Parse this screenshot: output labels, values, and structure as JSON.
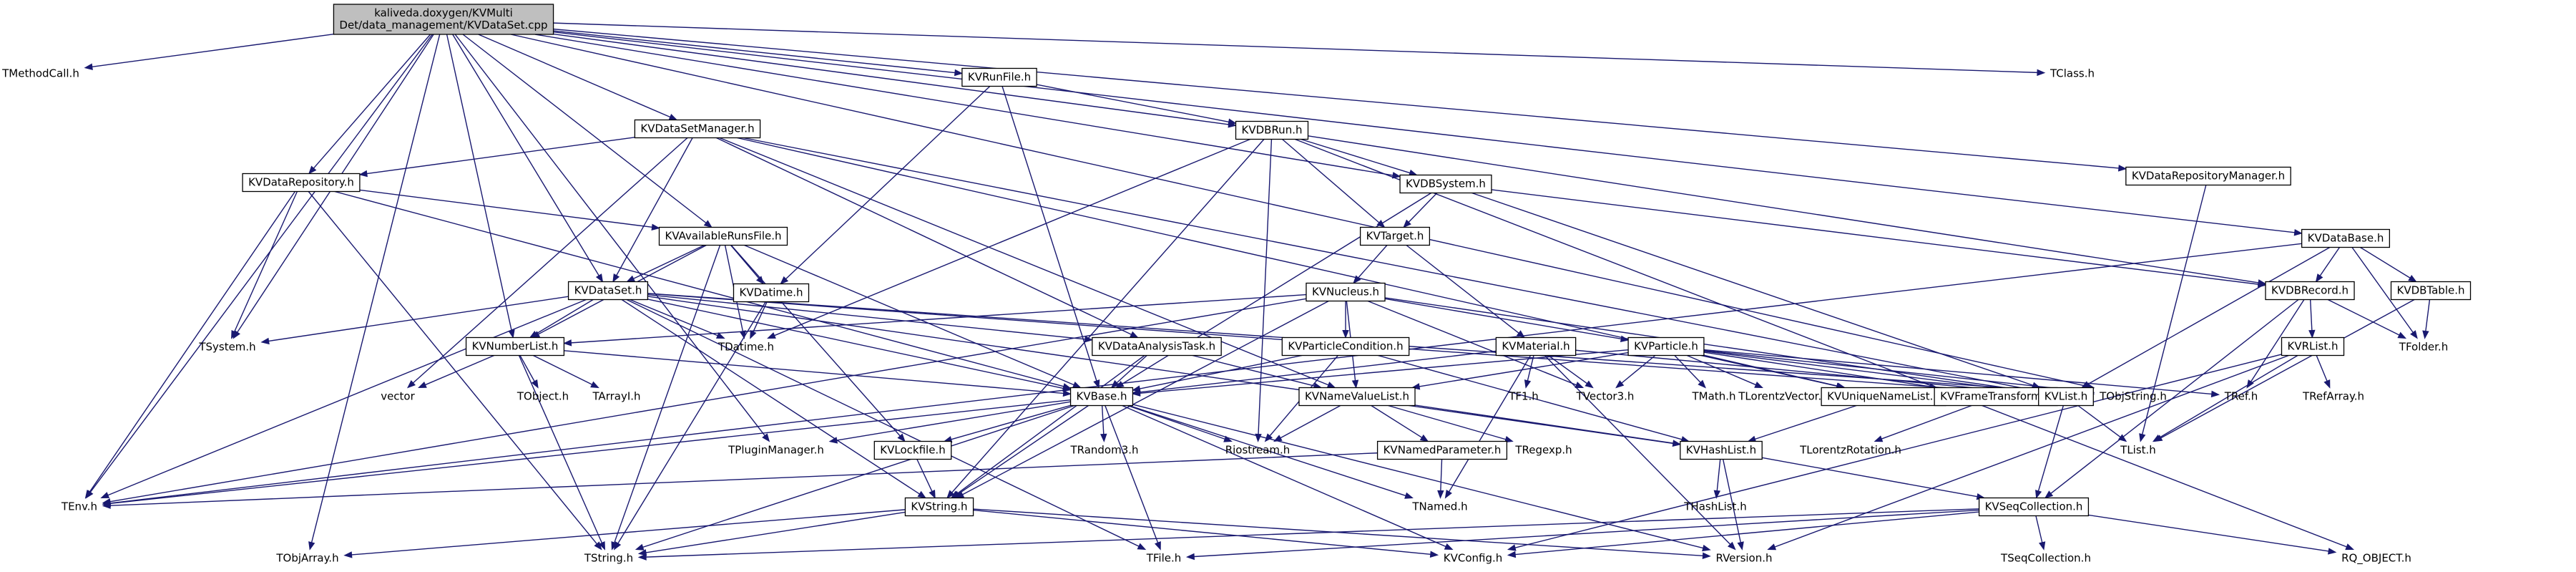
{
  "graph": {
    "nodes": [
      {
        "id": "root",
        "label": [
          "kaliveda.doxygen/KVMulti",
          "Det/data_management/KVDataSet.cpp"
        ],
        "boxed": true,
        "root": true
      },
      {
        "id": "TMethodCall",
        "label": [
          "TMethodCall.h"
        ],
        "boxed": false
      },
      {
        "id": "TClass",
        "label": [
          "TClass.h"
        ],
        "boxed": false
      },
      {
        "id": "KVRunFile",
        "label": [
          "KVRunFile.h"
        ],
        "boxed": true
      },
      {
        "id": "KVDataRepositoryManager",
        "label": [
          "KVDataRepositoryManager.h"
        ],
        "boxed": true
      },
      {
        "id": "KVDataSetManager",
        "label": [
          "KVDataSetManager.h"
        ],
        "boxed": true
      },
      {
        "id": "KVDBRun",
        "label": [
          "KVDBRun.h"
        ],
        "boxed": true
      },
      {
        "id": "KVDataRepository",
        "label": [
          "KVDataRepository.h"
        ],
        "boxed": true
      },
      {
        "id": "KVDBSystem",
        "label": [
          "KVDBSystem.h"
        ],
        "boxed": true
      },
      {
        "id": "KVDataBase",
        "label": [
          "KVDataBase.h"
        ],
        "boxed": true
      },
      {
        "id": "KVTarget",
        "label": [
          "KVTarget.h"
        ],
        "boxed": true
      },
      {
        "id": "KVAvailableRunsFile",
        "label": [
          "KVAvailableRunsFile.h"
        ],
        "boxed": true
      },
      {
        "id": "KVDBRecord",
        "label": [
          "KVDBRecord.h"
        ],
        "boxed": true
      },
      {
        "id": "KVDBTable",
        "label": [
          "KVDBTable.h"
        ],
        "boxed": true
      },
      {
        "id": "KVNucleus",
        "label": [
          "KVNucleus.h"
        ],
        "boxed": true
      },
      {
        "id": "KVDataSet",
        "label": [
          "KVDataSet.h"
        ],
        "boxed": true
      },
      {
        "id": "KVDatime",
        "label": [
          "KVDatime.h"
        ],
        "boxed": true
      },
      {
        "id": "TSystem",
        "label": [
          "TSystem.h"
        ],
        "boxed": false
      },
      {
        "id": "TDatime",
        "label": [
          "TDatime.h"
        ],
        "boxed": false
      },
      {
        "id": "TFolder",
        "label": [
          "TFolder.h"
        ],
        "boxed": false
      },
      {
        "id": "KVRList",
        "label": [
          "KVRList.h"
        ],
        "boxed": true
      },
      {
        "id": "KVNumberList",
        "label": [
          "KVNumberList.h"
        ],
        "boxed": true
      },
      {
        "id": "KVDataAnalysisTask",
        "label": [
          "KVDataAnalysisTask.h"
        ],
        "boxed": true
      },
      {
        "id": "KVParticleCondition",
        "label": [
          "KVParticleCondition.h"
        ],
        "boxed": true
      },
      {
        "id": "KVMaterial",
        "label": [
          "KVMaterial.h"
        ],
        "boxed": true
      },
      {
        "id": "KVParticle",
        "label": [
          "KVParticle.h"
        ],
        "boxed": true
      },
      {
        "id": "TObjString",
        "label": [
          "TObjString.h"
        ],
        "boxed": false
      },
      {
        "id": "TRef",
        "label": [
          "TRef.h"
        ],
        "boxed": false
      },
      {
        "id": "TRefArray",
        "label": [
          "TRefArray.h"
        ],
        "boxed": false
      },
      {
        "id": "vector",
        "label": [
          "vector"
        ],
        "boxed": false
      },
      {
        "id": "TObject",
        "label": [
          "TObject.h"
        ],
        "boxed": false
      },
      {
        "id": "TArrayI",
        "label": [
          "TArrayI.h"
        ],
        "boxed": false
      },
      {
        "id": "KVBase",
        "label": [
          "KVBase.h"
        ],
        "boxed": true
      },
      {
        "id": "KVNameValueList",
        "label": [
          "KVNameValueList.h"
        ],
        "boxed": true
      },
      {
        "id": "TF1",
        "label": [
          "TF1.h"
        ],
        "boxed": false
      },
      {
        "id": "TVector3",
        "label": [
          "TVector3.h"
        ],
        "boxed": false
      },
      {
        "id": "TMath",
        "label": [
          "TMath.h"
        ],
        "boxed": false
      },
      {
        "id": "TLorentzVector",
        "label": [
          "TLorentzVector.h"
        ],
        "boxed": false
      },
      {
        "id": "KVUniqueNameList",
        "label": [
          "KVUniqueNameList.h"
        ],
        "boxed": true
      },
      {
        "id": "KVFrameTransform",
        "label": [
          "KVFrameTransform.h"
        ],
        "boxed": true
      },
      {
        "id": "KVList",
        "label": [
          "KVList.h"
        ],
        "boxed": true
      },
      {
        "id": "TPluginManager",
        "label": [
          "TPluginManager.h"
        ],
        "boxed": false
      },
      {
        "id": "KVLockfile",
        "label": [
          "KVLockfile.h"
        ],
        "boxed": true
      },
      {
        "id": "TRandom3",
        "label": [
          "TRandom3.h"
        ],
        "boxed": false
      },
      {
        "id": "Riostream",
        "label": [
          "Riostream.h"
        ],
        "boxed": false
      },
      {
        "id": "KVNamedParameter",
        "label": [
          "KVNamedParameter.h"
        ],
        "boxed": true
      },
      {
        "id": "TRegexp",
        "label": [
          "TRegexp.h"
        ],
        "boxed": false
      },
      {
        "id": "KVHashList",
        "label": [
          "KVHashList.h"
        ],
        "boxed": true
      },
      {
        "id": "TLorentzRotation",
        "label": [
          "TLorentzRotation.h"
        ],
        "boxed": false
      },
      {
        "id": "TList",
        "label": [
          "TList.h"
        ],
        "boxed": false
      },
      {
        "id": "TEnv",
        "label": [
          "TEnv.h"
        ],
        "boxed": false
      },
      {
        "id": "KVString",
        "label": [
          "KVString.h"
        ],
        "boxed": true
      },
      {
        "id": "TNamed",
        "label": [
          "TNamed.h"
        ],
        "boxed": false
      },
      {
        "id": "THashList",
        "label": [
          "THashList.h"
        ],
        "boxed": false
      },
      {
        "id": "KVSeqCollection",
        "label": [
          "KVSeqCollection.h"
        ],
        "boxed": true
      },
      {
        "id": "TObjArray",
        "label": [
          "TObjArray.h"
        ],
        "boxed": false
      },
      {
        "id": "TString",
        "label": [
          "TString.h"
        ],
        "boxed": false
      },
      {
        "id": "TFile",
        "label": [
          "TFile.h"
        ],
        "boxed": false
      },
      {
        "id": "KVConfig",
        "label": [
          "KVConfig.h"
        ],
        "boxed": false
      },
      {
        "id": "RVersion",
        "label": [
          "RVersion.h"
        ],
        "boxed": false
      },
      {
        "id": "TSeqCollection",
        "label": [
          "TSeqCollection.h"
        ],
        "boxed": false
      },
      {
        "id": "RQ_OBJECT",
        "label": [
          "RQ_OBJECT.h"
        ],
        "boxed": false
      }
    ],
    "edges": [
      [
        "root",
        "TMethodCall"
      ],
      [
        "root",
        "TClass"
      ],
      [
        "root",
        "KVRunFile"
      ],
      [
        "root",
        "KVDataRepositoryManager"
      ],
      [
        "root",
        "KVDataSetManager"
      ],
      [
        "root",
        "KVDBRun"
      ],
      [
        "root",
        "KVDataRepository"
      ],
      [
        "root",
        "KVDBSystem"
      ],
      [
        "root",
        "KVDataBase"
      ],
      [
        "root",
        "KVAvailableRunsFile"
      ],
      [
        "root",
        "KVDataSet"
      ],
      [
        "root",
        "TSystem"
      ],
      [
        "root",
        "KVNumberList"
      ],
      [
        "root",
        "TObjString"
      ],
      [
        "root",
        "TEnv"
      ],
      [
        "root",
        "TPluginManager"
      ],
      [
        "root",
        "TObjArray"
      ],
      [
        "KVRunFile",
        "KVDBRun"
      ],
      [
        "KVRunFile",
        "KVDatime"
      ],
      [
        "KVRunFile",
        "KVBase"
      ],
      [
        "KVDataRepositoryManager",
        "TList"
      ],
      [
        "KVDataSetManager",
        "KVDataRepository"
      ],
      [
        "KVDataSetManager",
        "KVDataSet"
      ],
      [
        "KVDataSetManager",
        "KVDataAnalysisTask"
      ],
      [
        "KVDataSetManager",
        "KVUniqueNameList"
      ],
      [
        "KVDataSetManager",
        "KVNameValueList"
      ],
      [
        "KVDataSetManager",
        "vector"
      ],
      [
        "KVDataSetManager",
        "KVList"
      ],
      [
        "KVDBRun",
        "KVDBSystem"
      ],
      [
        "KVDBRun",
        "KVTarget"
      ],
      [
        "KVDBRun",
        "KVDBRecord"
      ],
      [
        "KVDBRun",
        "TDatime"
      ],
      [
        "KVDBRun",
        "KVString"
      ],
      [
        "KVDBRun",
        "RQ_OBJECT"
      ],
      [
        "KVDBRun",
        "Riostream"
      ],
      [
        "KVDataRepository",
        "KVAvailableRunsFile"
      ],
      [
        "KVDataRepository",
        "TSystem"
      ],
      [
        "KVDataRepository",
        "TEnv"
      ],
      [
        "KVDataRepository",
        "TString"
      ],
      [
        "KVDataRepository",
        "KVBase"
      ],
      [
        "KVDBSystem",
        "KVTarget"
      ],
      [
        "KVDBSystem",
        "KVDBRecord"
      ],
      [
        "KVDBSystem",
        "KVList"
      ],
      [
        "KVDBSystem",
        "KVBase"
      ],
      [
        "KVDataBase",
        "KVDBRecord"
      ],
      [
        "KVDataBase",
        "KVDBTable"
      ],
      [
        "KVDataBase",
        "TFolder"
      ],
      [
        "KVDataBase",
        "KVList"
      ],
      [
        "KVDataBase",
        "TEnv"
      ],
      [
        "KVTarget",
        "KVNucleus"
      ],
      [
        "KVTarget",
        "KVMaterial"
      ],
      [
        "KVAvailableRunsFile",
        "KVDataSet"
      ],
      [
        "KVAvailableRunsFile",
        "KVDatime"
      ],
      [
        "KVAvailableRunsFile",
        "TDatime"
      ],
      [
        "KVAvailableRunsFile",
        "KVNumberList"
      ],
      [
        "KVAvailableRunsFile",
        "KVLockfile"
      ],
      [
        "KVAvailableRunsFile",
        "KVBase"
      ],
      [
        "KVAvailableRunsFile",
        "TString"
      ],
      [
        "KVDBRecord",
        "KVRList"
      ],
      [
        "KVDBRecord",
        "TFolder"
      ],
      [
        "KVDBRecord",
        "TRef"
      ],
      [
        "KVDBRecord",
        "KVSeqCollection"
      ],
      [
        "KVDBTable",
        "TFolder"
      ],
      [
        "KVDBTable",
        "TList"
      ],
      [
        "KVNucleus",
        "KVParticle"
      ],
      [
        "KVNucleus",
        "KVParticleCondition"
      ],
      [
        "KVNucleus",
        "KVNumberList"
      ],
      [
        "KVNucleus",
        "TVector3"
      ],
      [
        "KVNucleus",
        "KVString"
      ],
      [
        "KVNucleus",
        "TEnv"
      ],
      [
        "KVNucleus",
        "KVNameValueList"
      ],
      [
        "KVNucleus",
        "KVList"
      ],
      [
        "KVDataSet",
        "TSystem"
      ],
      [
        "KVDataSet",
        "KVNumberList"
      ],
      [
        "KVDataSet",
        "TDatime"
      ],
      [
        "KVDataSet",
        "KVDataAnalysisTask"
      ],
      [
        "KVDataSet",
        "KVBase"
      ],
      [
        "KVDataSet",
        "KVString"
      ],
      [
        "KVDataSet",
        "TEnv"
      ],
      [
        "KVDataSet",
        "TFile"
      ],
      [
        "KVDataSet",
        "KVList"
      ],
      [
        "KVDataSet",
        "TObjString"
      ],
      [
        "KVDataSet",
        "KVHashList"
      ],
      [
        "KVDatime",
        "TDatime"
      ],
      [
        "KVDatime",
        "TString"
      ],
      [
        "KVRList",
        "TRefArray"
      ],
      [
        "KVRList",
        "TList"
      ],
      [
        "KVRList",
        "KVConfig"
      ],
      [
        "KVRList",
        "RVersion"
      ],
      [
        "KVNumberList",
        "vector"
      ],
      [
        "KVNumberList",
        "TObject"
      ],
      [
        "KVNumberList",
        "TArrayI"
      ],
      [
        "KVNumberList",
        "TString"
      ],
      [
        "KVNumberList",
        "KVBase"
      ],
      [
        "KVDataAnalysisTask",
        "KVBase"
      ],
      [
        "KVDataAnalysisTask",
        "KVString"
      ],
      [
        "KVDataAnalysisTask",
        "KVNameValueList"
      ],
      [
        "KVParticleCondition",
        "KVBase"
      ],
      [
        "KVParticleCondition",
        "KVHashList"
      ],
      [
        "KVParticleCondition",
        "Riostream"
      ],
      [
        "KVMaterial",
        "KVBase"
      ],
      [
        "KVMaterial",
        "TF1"
      ],
      [
        "KVMaterial",
        "TVector3"
      ],
      [
        "KVMaterial",
        "KVList"
      ],
      [
        "KVMaterial",
        "RVersion"
      ],
      [
        "KVMaterial",
        "TNamed"
      ],
      [
        "KVParticle",
        "TVector3"
      ],
      [
        "KVParticle",
        "TMath"
      ],
      [
        "KVParticle",
        "TLorentzVector"
      ],
      [
        "KVParticle",
        "KVUniqueNameList"
      ],
      [
        "KVParticle",
        "KVFrameTransform"
      ],
      [
        "KVParticle",
        "KVList"
      ],
      [
        "KVParticle",
        "TRef"
      ],
      [
        "KVParticle",
        "TObjString"
      ],
      [
        "KVParticle",
        "KVNameValueList"
      ],
      [
        "KVParticle",
        "KVBase"
      ],
      [
        "KVBase",
        "TPluginManager"
      ],
      [
        "KVBase",
        "KVLockfile"
      ],
      [
        "KVBase",
        "TRandom3"
      ],
      [
        "KVBase",
        "Riostream"
      ],
      [
        "KVBase",
        "KVString"
      ],
      [
        "KVBase",
        "TEnv"
      ],
      [
        "KVBase",
        "TString"
      ],
      [
        "KVBase",
        "TFile"
      ],
      [
        "KVBase",
        "KVConfig"
      ],
      [
        "KVBase",
        "RVersion"
      ],
      [
        "KVBase",
        "TNamed"
      ],
      [
        "KVNameValueList",
        "KVNamedParameter"
      ],
      [
        "KVNameValueList",
        "TRegexp"
      ],
      [
        "KVNameValueList",
        "KVHashList"
      ],
      [
        "KVNameValueList",
        "Riostream"
      ],
      [
        "KVUniqueNameList",
        "KVHashList"
      ],
      [
        "KVFrameTransform",
        "TLorentzRotation"
      ],
      [
        "KVList",
        "KVSeqCollection"
      ],
      [
        "KVList",
        "TList"
      ],
      [
        "KVLockfile",
        "KVString"
      ],
      [
        "KVNamedParameter",
        "TNamed"
      ],
      [
        "KVNamedParameter",
        "TEnv"
      ],
      [
        "KVHashList",
        "THashList"
      ],
      [
        "KVHashList",
        "KVSeqCollection"
      ],
      [
        "KVHashList",
        "RVersion"
      ],
      [
        "KVString",
        "TObjArray"
      ],
      [
        "KVString",
        "TString"
      ],
      [
        "KVString",
        "KVConfig"
      ],
      [
        "KVString",
        "RVersion"
      ],
      [
        "KVSeqCollection",
        "TSeqCollection"
      ],
      [
        "KVSeqCollection",
        "KVConfig"
      ],
      [
        "KVSeqCollection",
        "TFile"
      ],
      [
        "KVSeqCollection",
        "RQ_OBJECT"
      ],
      [
        "KVSeqCollection",
        "TString"
      ]
    ]
  }
}
